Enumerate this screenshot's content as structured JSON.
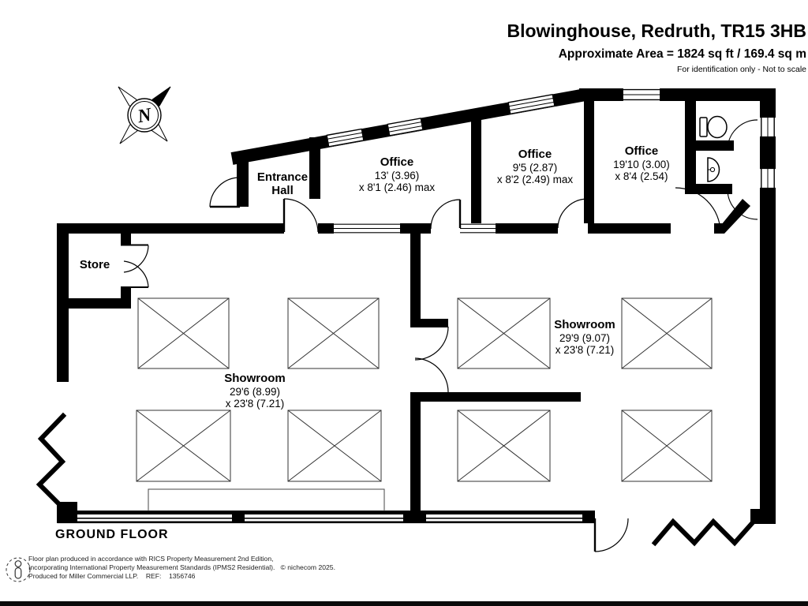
{
  "header": {
    "title": "Blowinghouse, Redruth, TR15 3HB",
    "area_line": "Approximate Area = 1824 sq ft / 169.4 sq m",
    "disclaimer": "For identification only - Not to scale"
  },
  "compass": {
    "north_label": "N"
  },
  "rooms": {
    "entrance_hall": {
      "name_line1": "Entrance",
      "name_line2": "Hall"
    },
    "office_1": {
      "name": "Office",
      "dim_line1": "13' (3.96)",
      "dim_line2": "x 8'1 (2.46) max"
    },
    "office_2": {
      "name": "Office",
      "dim_line1": "9'5 (2.87)",
      "dim_line2": "x 8'2 (2.49) max"
    },
    "office_3": {
      "name": "Office",
      "dim_line1": "19'10 (3.00)",
      "dim_line2": "x 8'4 (2.54)"
    },
    "store": {
      "name": "Store"
    },
    "showroom_left": {
      "name": "Showroom",
      "dim_line1": "29'6 (8.99)",
      "dim_line2": "x 23'8 (7.21)"
    },
    "showroom_right": {
      "name": "Showroom",
      "dim_line1": "29'9 (9.07)",
      "dim_line2": "x 23'8 (7.21)"
    }
  },
  "floor_label": "GROUND FLOOR",
  "footer": {
    "line1": "Floor plan produced in accordance with RICS Property Measurement 2nd Edition,",
    "line2": "Incorporating International Property Measurement Standards (IPMS2 Residential).   © nichecom 2025.",
    "line3": "Produced for Miller Commercial LLP.    REF:    1356746"
  },
  "colors": {
    "wall": "#000000",
    "background": "#ffffff",
    "text": "#000000"
  }
}
